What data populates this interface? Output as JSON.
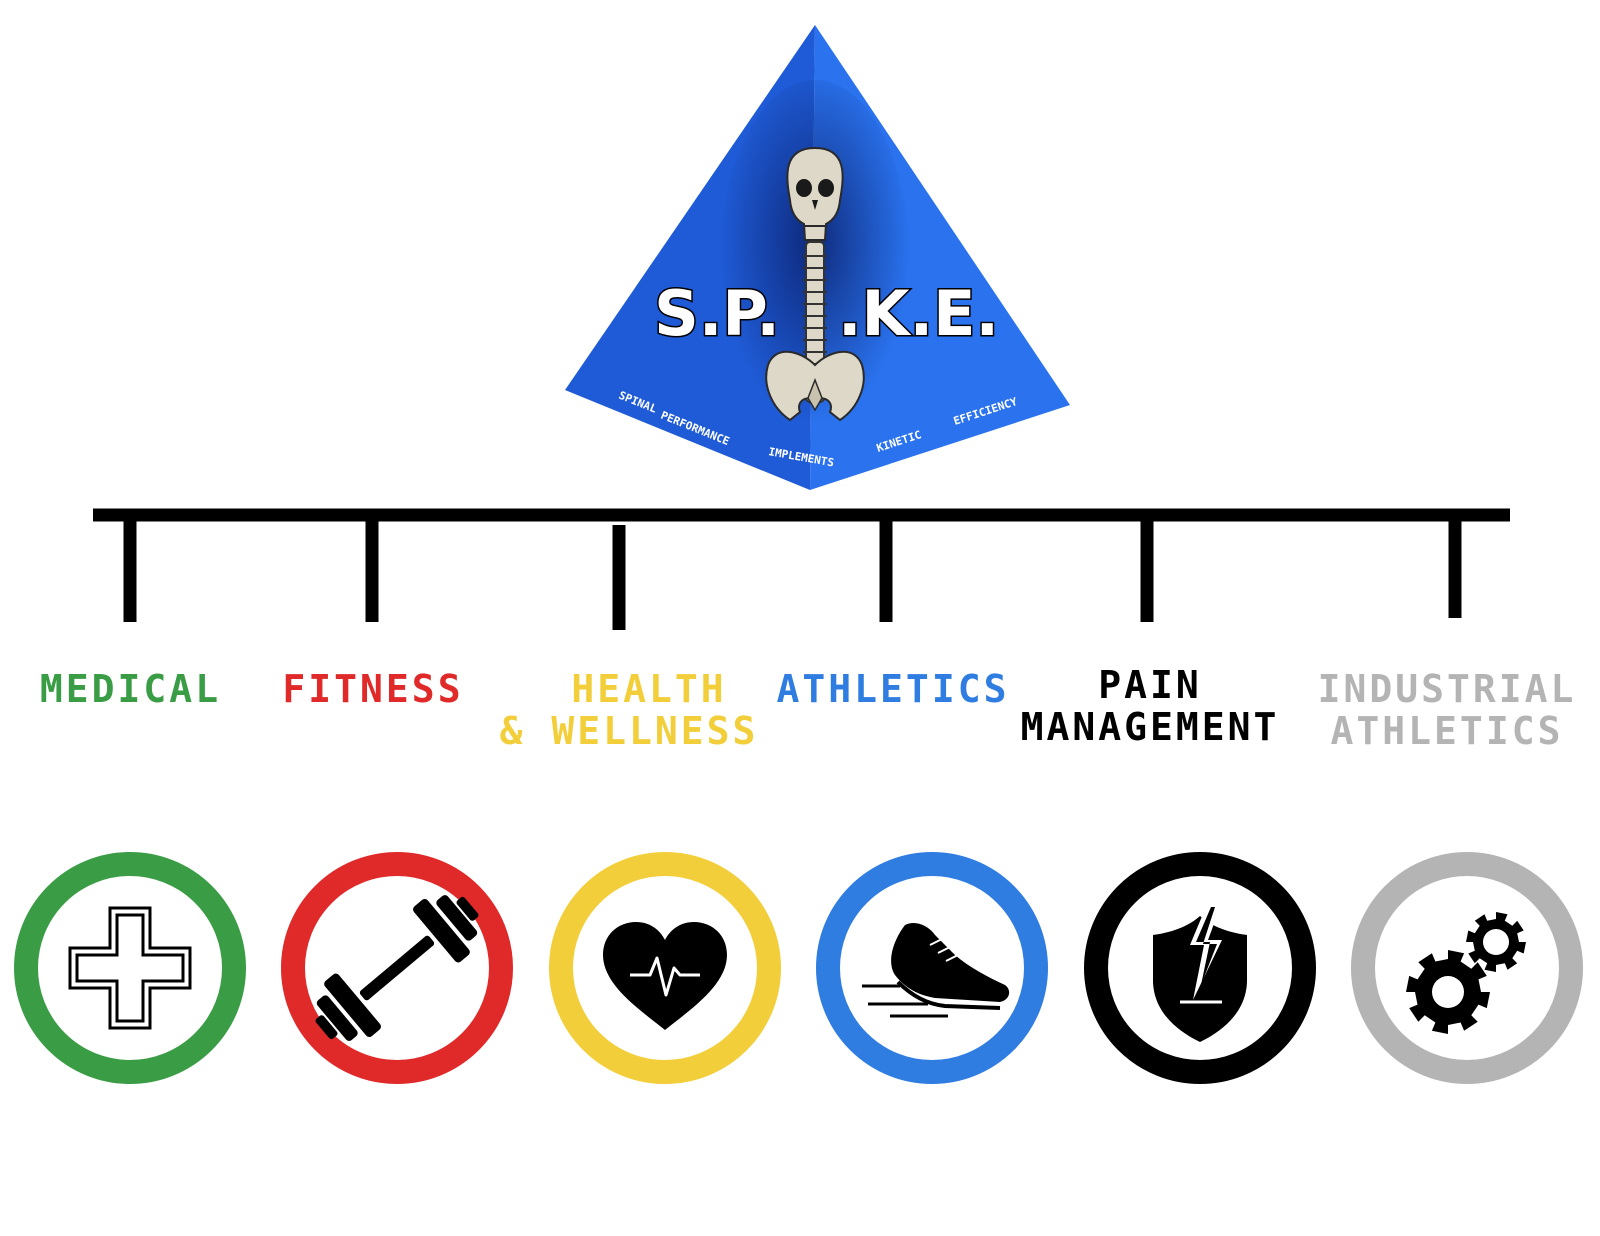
{
  "logo": {
    "title_left": "S.P.",
    "title_right": ".K.E.",
    "acronym_words": [
      "SPINAL",
      "PERFORMANCE",
      "IMPLEMENTS",
      "KINETIC",
      "EFFICIENCY"
    ],
    "colors": {
      "pyramid_left": "#1f5bd6",
      "pyramid_right": "#2a72ee",
      "bone": "#ddd8c8",
      "title_fill": "#ffffff",
      "title_stroke": "#000000"
    }
  },
  "tree": {
    "line_color": "#000000"
  },
  "categories": [
    {
      "id": "medical",
      "line1": "MEDICAL",
      "line2": "",
      "color": "#3a9d46",
      "icon": "medical-cross-icon"
    },
    {
      "id": "fitness",
      "line1": "FITNESS",
      "line2": "",
      "color": "#e02a2a",
      "icon": "dumbbell-icon"
    },
    {
      "id": "health",
      "line1": "HEALTH",
      "line2": "& WELLNESS",
      "color": "#f2cf3a",
      "icon": "heart-pulse-icon"
    },
    {
      "id": "athletics",
      "line1": "ATHLETICS",
      "line2": "",
      "color": "#2f7de0",
      "icon": "running-shoe-icon"
    },
    {
      "id": "pain",
      "line1": "PAIN",
      "line2": "MANAGEMENT",
      "color": "#000000",
      "icon": "shield-lightning-icon"
    },
    {
      "id": "industrial",
      "line1": "INDUSTRIAL",
      "line2": "ATHLETICS",
      "color": "#b4b4b4",
      "icon": "gears-icon"
    }
  ]
}
